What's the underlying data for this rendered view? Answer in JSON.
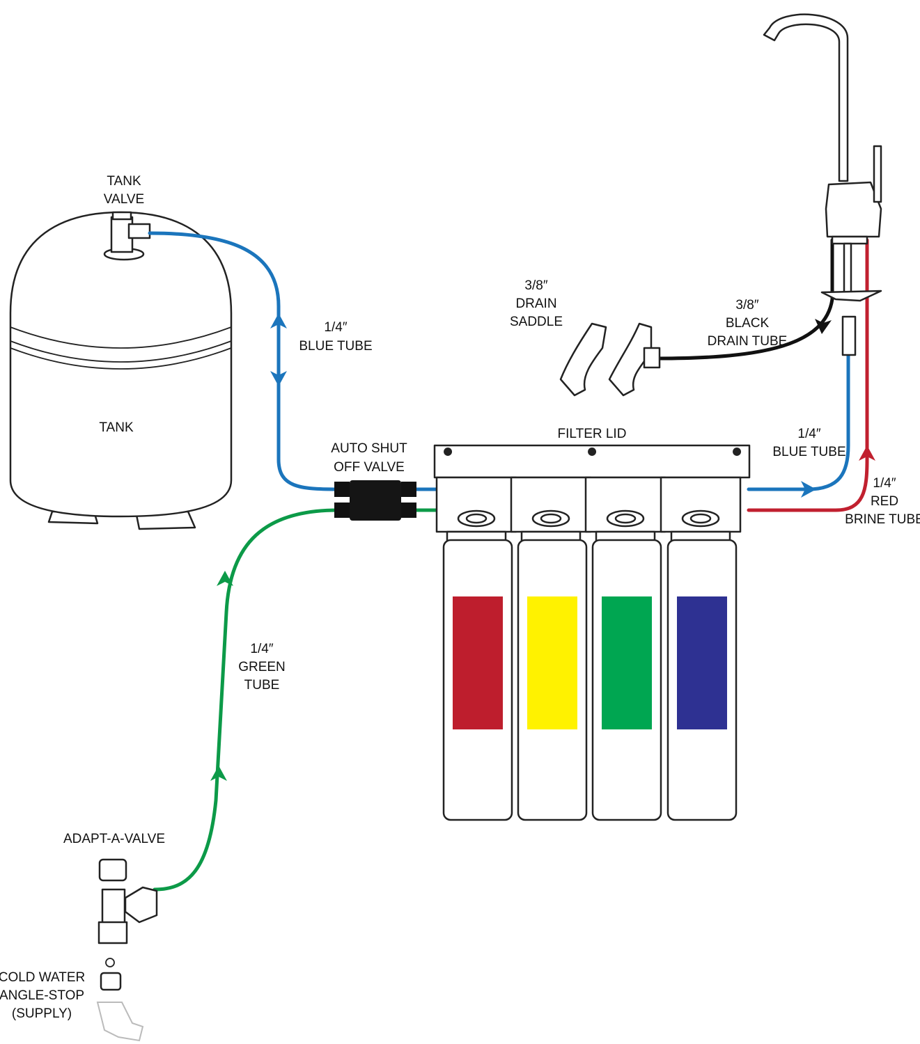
{
  "labels": {
    "tank_valve": [
      "TANK",
      "VALVE"
    ],
    "blue_tube_left": [
      "1/4″",
      "BLUE TUBE"
    ],
    "tank": "TANK",
    "auto_shut_off_valve": [
      "AUTO SHUT",
      "OFF VALVE"
    ],
    "filter_lid": "FILTER LID",
    "drain_saddle": [
      "3/8″",
      "DRAIN",
      "SADDLE"
    ],
    "black_drain_tube": [
      "3/8″",
      "BLACK",
      "DRAIN TUBE"
    ],
    "blue_tube_right": [
      "1/4″",
      "BLUE TUBE"
    ],
    "red_brine_tube": [
      "1/4″",
      "RED",
      "BRINE TUBE"
    ],
    "green_tube": [
      "1/4″",
      "GREEN",
      "TUBE"
    ],
    "adapt_a_valve": "ADAPT-A-VALVE",
    "cold_water_supply": [
      "COLD WATER",
      "ANGLE-STOP",
      "(SUPPLY)"
    ]
  },
  "colors": {
    "blue_tube": "#1b75bc",
    "green_tube": "#0c9a48",
    "red_tube": "#c1202f",
    "drain_tube": "#111111",
    "filter_labels": [
      "#be1e2d",
      "#fff200",
      "#00a651",
      "#2e3192"
    ]
  }
}
